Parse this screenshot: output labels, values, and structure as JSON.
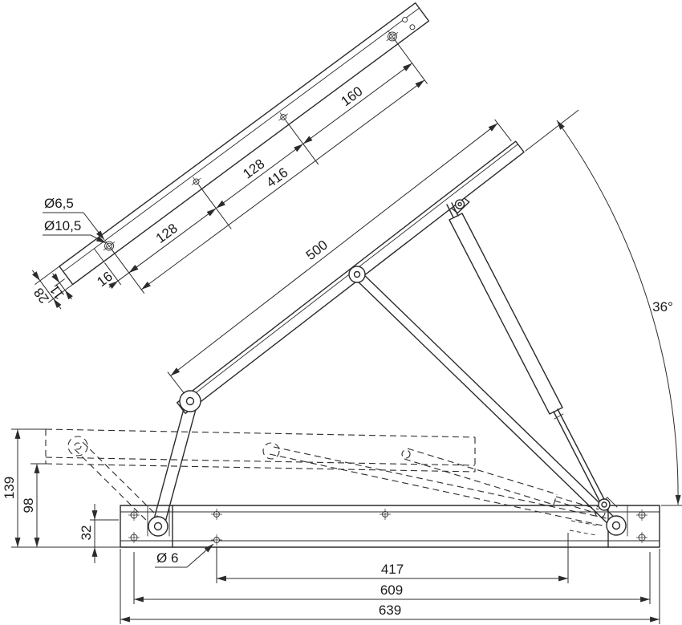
{
  "rail_detail": {
    "d16": "16",
    "d128a": "128",
    "d128b": "128",
    "d160": "160",
    "d416": "416",
    "d28": "28",
    "d11": "11",
    "hole_inner": "Ø6,5",
    "hole_outer": "Ø10,5"
  },
  "assembly": {
    "d500": "500",
    "angle": "36°"
  },
  "base": {
    "d139": "139",
    "d98": "98",
    "d32": "32",
    "hole": "Ø 6",
    "d417": "417",
    "d609": "609",
    "d639": "639"
  },
  "colors": {
    "line": "#2b2b2b",
    "background": "#ffffff"
  }
}
